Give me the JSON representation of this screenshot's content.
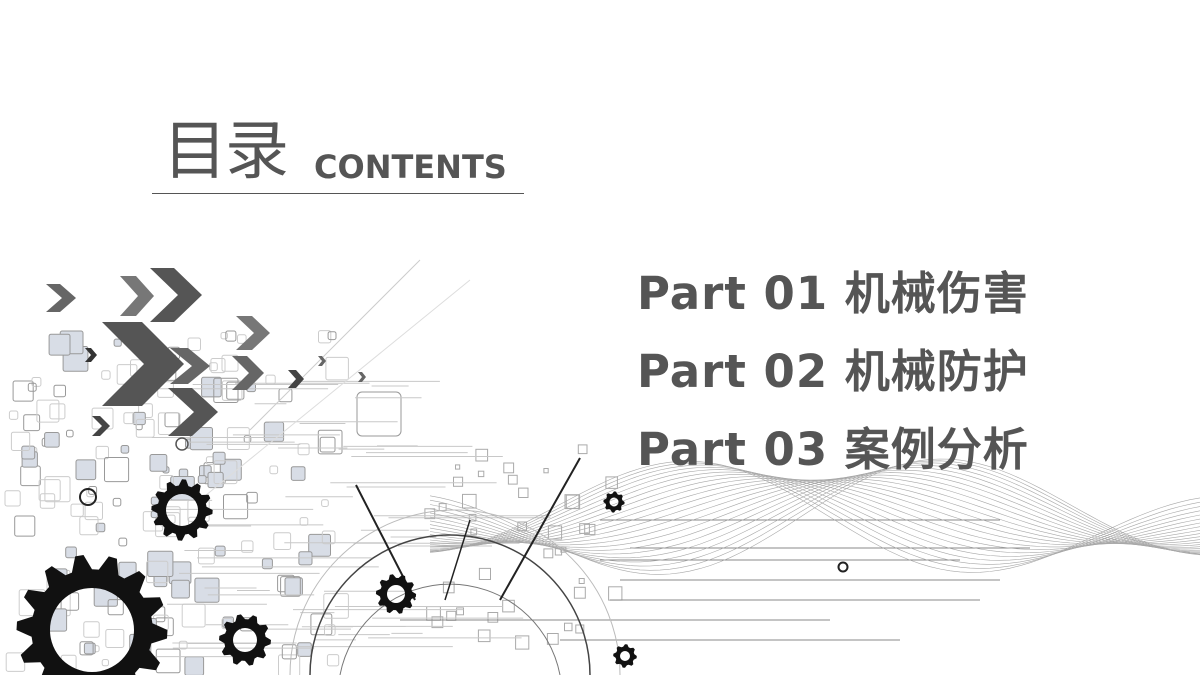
{
  "title": {
    "cn": "目录",
    "en": "CONTENTS"
  },
  "toc": [
    {
      "label": "Part 01 机械伤害"
    },
    {
      "label": "Part 02 机械防护"
    },
    {
      "label": "Part 03 案例分析"
    }
  ],
  "colors": {
    "text": "#555555",
    "arrow_dark": "#555555",
    "arrow_mid": "#777777",
    "gear": "#111111",
    "wave": "#9a9a9a"
  }
}
